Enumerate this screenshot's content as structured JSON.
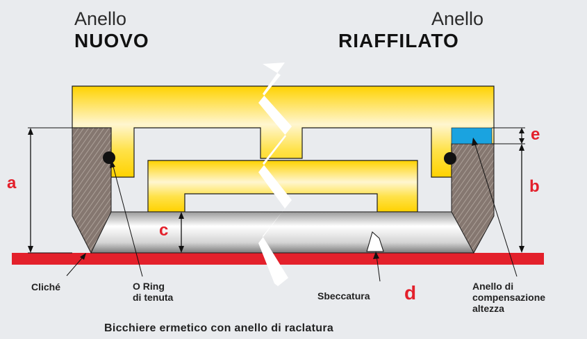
{
  "title_left": {
    "top": "Anello",
    "bottom": "NUOVO"
  },
  "title_right": {
    "top": "Anello",
    "bottom": "RIAFFILATO"
  },
  "dimension_letters": {
    "a": "a",
    "b": "b",
    "c": "c",
    "d": "d",
    "e": "e"
  },
  "callouts": {
    "cliche": "Cliché",
    "oring_line1": "O Ring",
    "oring_line2": "di tenuta",
    "sbeccatura": "Sbeccatura",
    "anello_line1": "Anello di",
    "anello_line2": "compensazione",
    "anello_line3": "altezza"
  },
  "caption": "Bicchiere ermetico con anello di raclatura",
  "colors": {
    "background": "#e9ebee",
    "yellow": "#ffd200",
    "cliche_red": "#e3202b",
    "compensation_cyan": "#1aa3e0",
    "blade_brown": "#8a7a72",
    "letter_red": "#e3202b"
  }
}
